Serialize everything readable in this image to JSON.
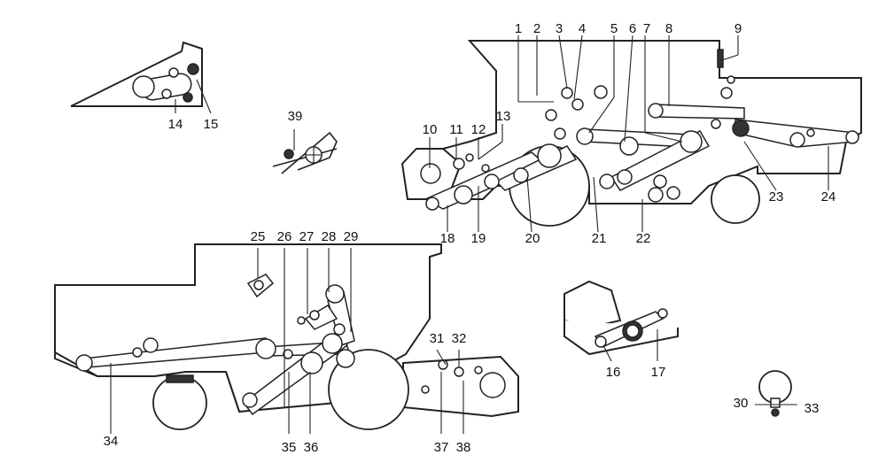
{
  "labels": {
    "l1": "1",
    "l2": "2",
    "l3": "3",
    "l4": "4",
    "l5": "5",
    "l6": "6",
    "l7": "7",
    "l8": "8",
    "l9": "9",
    "l10": "10",
    "l11": "11",
    "l12": "12",
    "l13": "13",
    "l14": "14",
    "l15": "15",
    "l16": "16",
    "l17": "17",
    "l18": "18",
    "l19": "19",
    "l20": "20",
    "l21": "21",
    "l22": "22",
    "l23": "23",
    "l24": "24",
    "l25": "25",
    "l26": "26",
    "l27": "27",
    "l28": "28",
    "l29": "29",
    "l30": "30",
    "l31": "31",
    "l32": "32",
    "l33": "33",
    "l34": "34",
    "l35": "35",
    "l36": "36",
    "l37": "37",
    "l38": "38",
    "l39": "39"
  },
  "colors": {
    "line": "#222222",
    "background": "#ffffff"
  }
}
